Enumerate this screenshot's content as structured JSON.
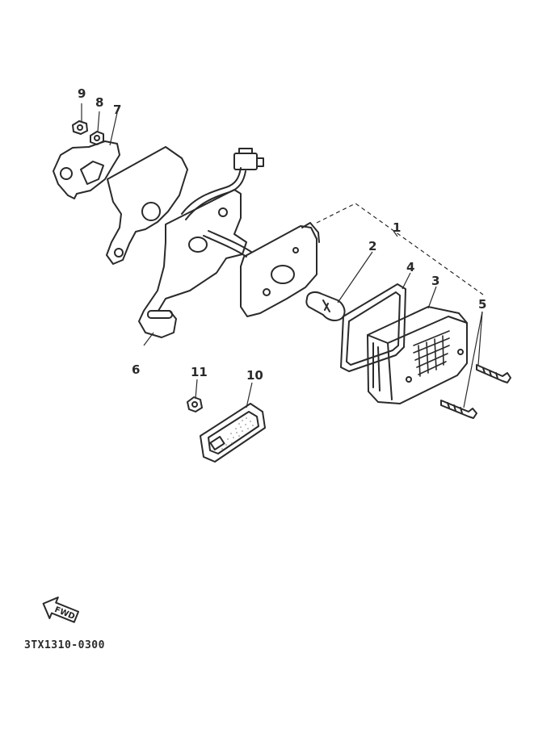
{
  "callouts": {
    "c1": "1",
    "c2": "2",
    "c3": "3",
    "c4": "4",
    "c5": "5",
    "c6": "6",
    "c7": "7",
    "c8": "8",
    "c9": "9",
    "c10": "10",
    "c11": "11"
  },
  "direction": {
    "label": "FWD",
    "icon": "fwd-arrow-icon"
  },
  "drawing_code": "3TX1310-0300"
}
